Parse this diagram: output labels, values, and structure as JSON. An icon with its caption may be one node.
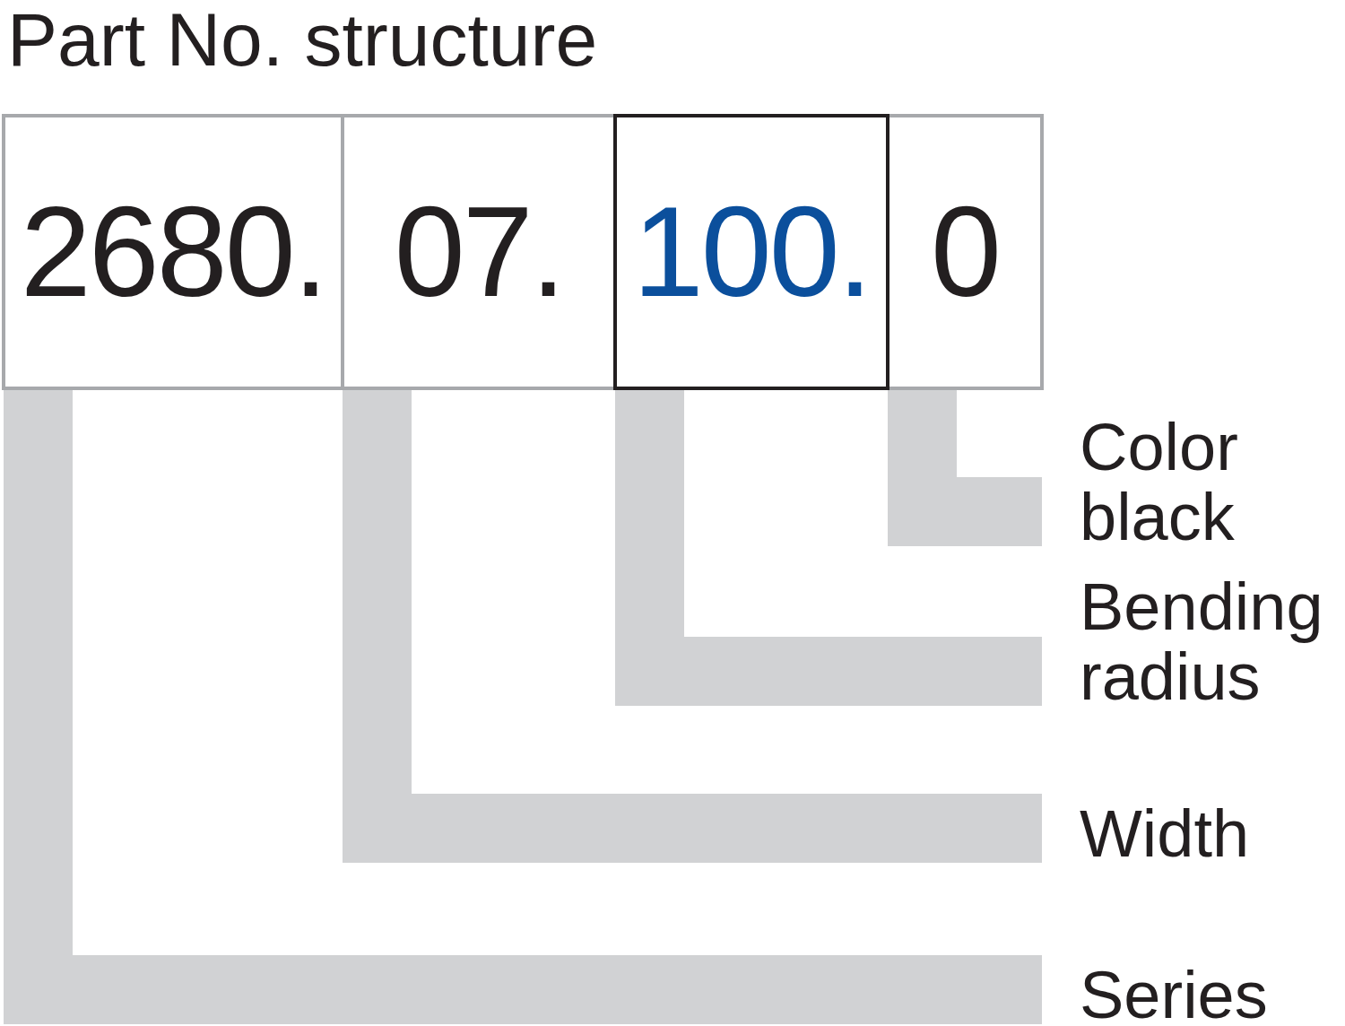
{
  "diagram": {
    "title": "Part No. structure",
    "nodes": [
      {
        "text": [
          "2680."
        ]
      },
      {
        "text": [
          "07."
        ]
      },
      {
        "text": [
          "100."
        ]
      },
      {
        "text": [
          "0"
        ]
      },
      {
        "text": [
          "Color black"
        ]
      },
      {
        "text": [
          "Bending radius"
        ]
      },
      {
        "text": [
          "Width"
        ]
      },
      {
        "text": [
          "Series"
        ]
      }
    ],
    "edges": [
      {
        "from": 3,
        "to": 4,
        "arrow": "none"
      },
      {
        "from": 2,
        "to": 5,
        "arrow": "none"
      },
      {
        "from": 1,
        "to": 6,
        "arrow": "none"
      },
      {
        "from": 0,
        "to": 7,
        "arrow": "none"
      }
    ]
  }
}
